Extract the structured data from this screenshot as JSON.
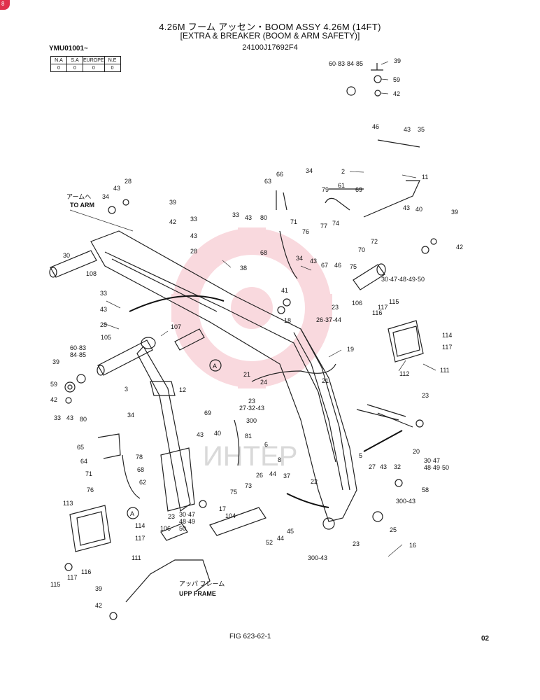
{
  "header": {
    "title_line1": "4.26M フーム アッセン・BOOM ASSY 4.26M (14FT)",
    "title_line2": "[EXTRA & BREAKER (BOOM & ARM SAFETY)]",
    "part_code": "24100J17692F4"
  },
  "serial": "YMU01001~",
  "region_table": {
    "headers": [
      "N.A",
      "S.A",
      "EUROPE",
      "N.E"
    ],
    "values": [
      "0",
      "0",
      "0",
      "0"
    ]
  },
  "annotations": {
    "to_arm_jp": "アームへ",
    "to_arm": "TO ARM",
    "upp_frame_jp": "アッパ フレーム",
    "upp_frame": "UPP FRAME",
    "ref_a": "A",
    "watermark": "ИНТЕР"
  },
  "labels": [
    {
      "id": "l39a",
      "text": "39"
    },
    {
      "id": "l608385",
      "text": "60·83·84·85"
    },
    {
      "id": "l59a",
      "text": "59"
    },
    {
      "id": "l42a",
      "text": "42"
    },
    {
      "id": "l46a",
      "text": "46"
    },
    {
      "id": "l43a",
      "text": "43"
    },
    {
      "id": "l35",
      "text": "35"
    },
    {
      "id": "l2",
      "text": "2"
    },
    {
      "id": "l11",
      "text": "11"
    },
    {
      "id": "l66",
      "text": "66"
    },
    {
      "id": "l34a",
      "text": "34"
    },
    {
      "id": "l63",
      "text": "63"
    },
    {
      "id": "l79",
      "text": "79"
    },
    {
      "id": "l61",
      "text": "61"
    },
    {
      "id": "l69a",
      "text": "69"
    },
    {
      "id": "l43b",
      "text": "43"
    },
    {
      "id": "l40a",
      "text": "40"
    },
    {
      "id": "l39b",
      "text": "39"
    },
    {
      "id": "l33a",
      "text": "33"
    },
    {
      "id": "l43c",
      "text": "43"
    },
    {
      "id": "l80a",
      "text": "80"
    },
    {
      "id": "l71a",
      "text": "71"
    },
    {
      "id": "l77",
      "text": "77"
    },
    {
      "id": "l74",
      "text": "74"
    },
    {
      "id": "l76a",
      "text": "76"
    },
    {
      "id": "l72",
      "text": "72"
    },
    {
      "id": "l42b",
      "text": "42"
    },
    {
      "id": "l70",
      "text": "70"
    },
    {
      "id": "l68a",
      "text": "68"
    },
    {
      "id": "l34b",
      "text": "34"
    },
    {
      "id": "l43d",
      "text": "43"
    },
    {
      "id": "l67",
      "text": "67"
    },
    {
      "id": "l46b",
      "text": "46"
    },
    {
      "id": "l75a",
      "text": "75"
    },
    {
      "id": "l304750",
      "text": "30·47·48·49·50"
    },
    {
      "id": "l28a",
      "text": "28"
    },
    {
      "id": "l34c",
      "text": "34"
    },
    {
      "id": "l43e",
      "text": "43"
    },
    {
      "id": "l39c",
      "text": "39"
    },
    {
      "id": "l42c",
      "text": "42"
    },
    {
      "id": "l33b",
      "text": "33"
    },
    {
      "id": "l43f",
      "text": "43"
    },
    {
      "id": "l28b",
      "text": "28"
    },
    {
      "id": "l38",
      "text": "38"
    },
    {
      "id": "l30a",
      "text": "30"
    },
    {
      "id": "l108",
      "text": "108"
    },
    {
      "id": "l41",
      "text": "41"
    },
    {
      "id": "l23a",
      "text": "23"
    },
    {
      "id": "l106a",
      "text": "106"
    },
    {
      "id": "l117a",
      "text": "117"
    },
    {
      "id": "l115a",
      "text": "115"
    },
    {
      "id": "l116a",
      "text": "116"
    },
    {
      "id": "l33c",
      "text": "33"
    },
    {
      "id": "l43g",
      "text": "43"
    },
    {
      "id": "l28c",
      "text": "28"
    },
    {
      "id": "l107",
      "text": "107"
    },
    {
      "id": "l18",
      "text": "18"
    },
    {
      "id": "l263744",
      "text": "26·37·44"
    },
    {
      "id": "l114a",
      "text": "114"
    },
    {
      "id": "l117b",
      "text": "117"
    },
    {
      "id": "l111a",
      "text": "111"
    },
    {
      "id": "l112",
      "text": "112"
    },
    {
      "id": "l105",
      "text": "105"
    },
    {
      "id": "l19",
      "text": "19"
    },
    {
      "id": "l6083",
      "text": "60·83"
    },
    {
      "id": "l8485",
      "text": "84·85"
    },
    {
      "id": "l39d",
      "text": "39"
    },
    {
      "id": "l59b",
      "text": "59"
    },
    {
      "id": "l42d",
      "text": "42"
    },
    {
      "id": "l21a",
      "text": "21"
    },
    {
      "id": "l24",
      "text": "24"
    },
    {
      "id": "l21b",
      "text": "21"
    },
    {
      "id": "l273243",
      "text": "27·32·43"
    },
    {
      "id": "l3",
      "text": "3"
    },
    {
      "id": "l12",
      "text": "12"
    },
    {
      "id": "l23b",
      "text": "23"
    },
    {
      "id": "l69b",
      "text": "69"
    },
    {
      "id": "l300a",
      "text": "300"
    },
    {
      "id": "l40b",
      "text": "40"
    },
    {
      "id": "l81",
      "text": "81"
    },
    {
      "id": "l33d",
      "text": "33"
    },
    {
      "id": "l43h",
      "text": "43"
    },
    {
      "id": "l80b",
      "text": "80"
    },
    {
      "id": "l34d",
      "text": "34"
    },
    {
      "id": "l65",
      "text": "65"
    },
    {
      "id": "l78",
      "text": "78"
    },
    {
      "id": "l64",
      "text": "64"
    },
    {
      "id": "l6",
      "text": "6"
    },
    {
      "id": "l20",
      "text": "20"
    },
    {
      "id": "l71b",
      "text": "71"
    },
    {
      "id": "l68b",
      "text": "68"
    },
    {
      "id": "l43i",
      "text": "43"
    },
    {
      "id": "l8",
      "text": "8"
    },
    {
      "id": "l5",
      "text": "5"
    },
    {
      "id": "l76b",
      "text": "76"
    },
    {
      "id": "l62",
      "text": "62"
    },
    {
      "id": "l73",
      "text": "73"
    },
    {
      "id": "l304750b",
      "text": "30·47"
    },
    {
      "id": "l485",
      "text": "48·49·50"
    },
    {
      "id": "l27",
      "text": "27"
    },
    {
      "id": "l43j",
      "text": "43"
    },
    {
      "id": "l32",
      "text": "32"
    },
    {
      "id": "l26",
      "text": "26"
    },
    {
      "id": "l44a",
      "text": "44"
    },
    {
      "id": "l37",
      "text": "37"
    },
    {
      "id": "l58",
      "text": "58"
    },
    {
      "id": "l75b",
      "text": "75"
    },
    {
      "id": "l22",
      "text": "22"
    },
    {
      "id": "l300b",
      "text": "300-43"
    },
    {
      "id": "l113",
      "text": "113"
    },
    {
      "id": "l17",
      "text": "17"
    },
    {
      "id": "l3047",
      "text": "30·47"
    },
    {
      "id": "l4849",
      "text": "48·49"
    },
    {
      "id": "l50",
      "text": "50"
    },
    {
      "id": "l104",
      "text": "104"
    },
    {
      "id": "l23c",
      "text": "23"
    },
    {
      "id": "l45",
      "text": "45"
    },
    {
      "id": "l25",
      "text": "25"
    },
    {
      "id": "l114b",
      "text": "114"
    },
    {
      "id": "l106b",
      "text": "106"
    },
    {
      "id": "l117c",
      "text": "117"
    },
    {
      "id": "l52",
      "text": "52"
    },
    {
      "id": "l44b",
      "text": "44"
    },
    {
      "id": "l23d",
      "text": "23"
    },
    {
      "id": "l16",
      "text": "16"
    },
    {
      "id": "l111b",
      "text": "111"
    },
    {
      "id": "l115b",
      "text": "115"
    },
    {
      "id": "l117d",
      "text": "117"
    },
    {
      "id": "l116b",
      "text": "116"
    },
    {
      "id": "l300c",
      "text": "300-43"
    },
    {
      "id": "l39e",
      "text": "39"
    },
    {
      "id": "l42e",
      "text": "42"
    },
    {
      "id": "l23e",
      "text": "23"
    }
  ],
  "footer": {
    "figure": "FIG 623-62-1",
    "page": "02"
  }
}
